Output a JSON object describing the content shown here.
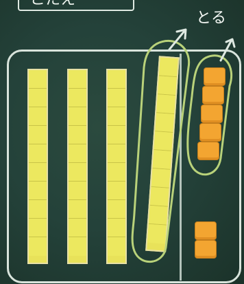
{
  "heading": {
    "text": "こたえ"
  },
  "annotation": {
    "text": "とる"
  },
  "colors": {
    "board": "#24423a",
    "chalk": "#dfe9e2",
    "circle_chalk": "#b9d27a",
    "ten_rod": "#e8e25a",
    "unit_cube": "#f3a531"
  },
  "ten_rods": [
    {
      "cells": 10
    },
    {
      "cells": 10
    },
    {
      "cells": 10
    },
    {
      "cells": 10,
      "circled": true
    }
  ],
  "unit_cubes": {
    "circled_count": 5,
    "remaining_count": 2
  }
}
